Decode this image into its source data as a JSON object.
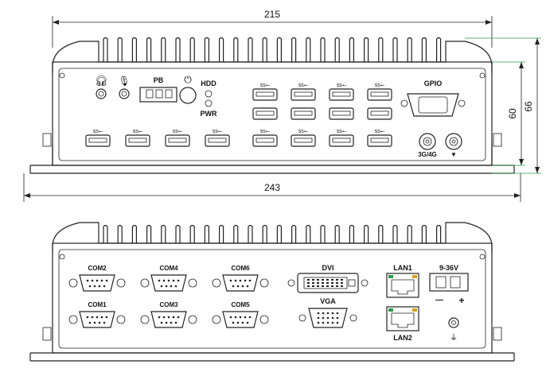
{
  "dimensions": {
    "top_width": "215",
    "bottom_width": "243",
    "height_inner": "60",
    "height_outer": "66"
  },
  "front_panel": {
    "pb_label": "PB",
    "hdd_label": "HDD",
    "pwr_label": "PWR",
    "gpio_label": "GPIO",
    "antenna_label": "3G/4G"
  },
  "rear_panel": {
    "com_top": [
      "COM2",
      "COM4",
      "COM6"
    ],
    "com_bottom": [
      "COM1",
      "COM3",
      "COM5"
    ],
    "dvi_label": "DVI",
    "vga_label": "VGA",
    "lan1_label": "LAN1",
    "lan2_label": "LAN2",
    "power_label": "9-36V",
    "minus_label": "—",
    "plus_label": "+"
  },
  "colors": {
    "line": "#222222",
    "extension": "#2e9a4a"
  }
}
